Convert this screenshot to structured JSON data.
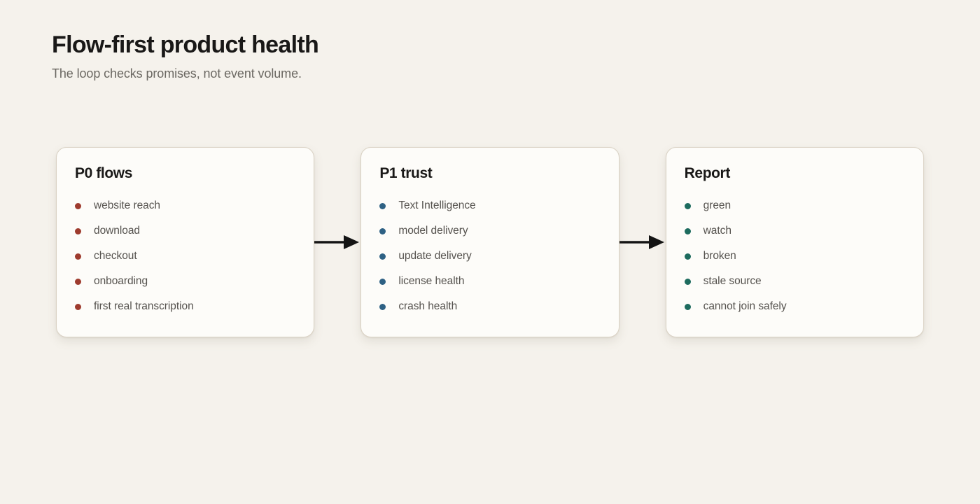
{
  "header": {
    "title": "Flow-first product health",
    "subtitle": "The loop checks promises, not event volume."
  },
  "theme": {
    "background": "#f5f2ec",
    "card_background": "#fdfcf9",
    "card_border": "#d9d1c3",
    "title_color": "#191817",
    "subtitle_color": "#6b6862",
    "item_color": "#55524e",
    "arrow_color": "#141414"
  },
  "flow": {
    "cards": [
      {
        "title": "P0 flows",
        "accent": "#9e3b2e",
        "items": [
          "website reach",
          "download",
          "checkout",
          "onboarding",
          "first real transcription"
        ]
      },
      {
        "title": "P1 trust",
        "accent": "#2e6184",
        "items": [
          "Text Intelligence",
          "model delivery",
          "update delivery",
          "license health",
          "crash health"
        ]
      },
      {
        "title": "Report",
        "accent": "#1d6b5e",
        "items": [
          "green",
          "watch",
          "broken",
          "stale source",
          "cannot join safely"
        ]
      }
    ],
    "connectors": [
      {
        "icon": "arrow-right-icon"
      },
      {
        "icon": "arrow-right-icon"
      }
    ]
  }
}
